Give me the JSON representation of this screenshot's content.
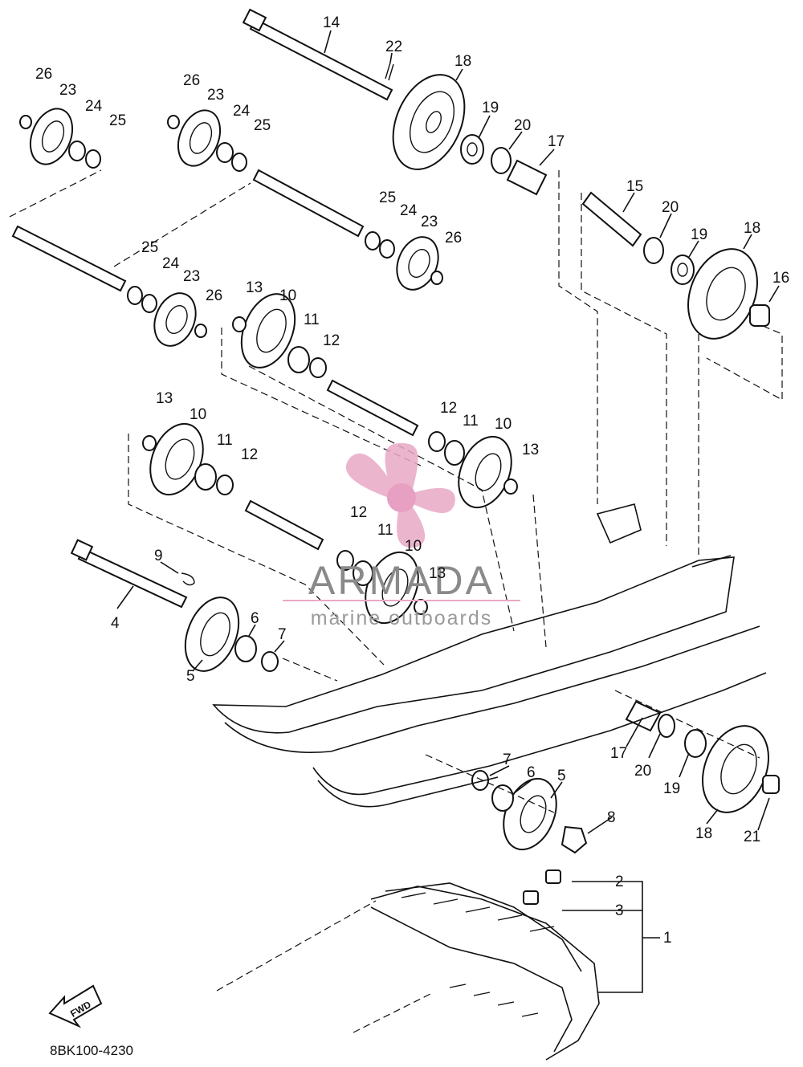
{
  "watermark": {
    "brand": "ARMADA",
    "tagline": "marine outboards",
    "logo_color": "#e9a9c6",
    "text_color": "#8a8a8a"
  },
  "diagram_code": "8BK100-4230",
  "fwd_label": "FWD",
  "callouts": {
    "c1": "1",
    "c2": "2",
    "c3": "3",
    "c4": "4",
    "c5a": "5",
    "c5b": "5",
    "c6a": "6",
    "c6b": "6",
    "c7a": "7",
    "c7b": "7",
    "c8": "8",
    "c9": "9",
    "c10a": "10",
    "c10b": "10",
    "c10c": "10",
    "c10d": "10",
    "c11a": "11",
    "c11b": "11",
    "c11c": "11",
    "c11d": "11",
    "c12a": "12",
    "c12b": "12",
    "c12c": "12",
    "c12d": "12",
    "c13a": "13",
    "c13b": "13",
    "c13c": "13",
    "c13d": "13",
    "c14": "14",
    "c15": "15",
    "c16": "16",
    "c17a": "17",
    "c17b": "17",
    "c18a": "18",
    "c18b": "18",
    "c18c": "18",
    "c19a": "19",
    "c19b": "19",
    "c19c": "19",
    "c20a": "20",
    "c20b": "20",
    "c20c": "20",
    "c21": "21",
    "c22": "22",
    "c23a": "23",
    "c23b": "23",
    "c23c": "23",
    "c23d": "23",
    "c24a": "24",
    "c24b": "24",
    "c24c": "24",
    "c24d": "24",
    "c25a": "25",
    "c25b": "25",
    "c25c": "25",
    "c25d": "25",
    "c26a": "26",
    "c26b": "26",
    "c26c": "26",
    "c26d": "26"
  }
}
